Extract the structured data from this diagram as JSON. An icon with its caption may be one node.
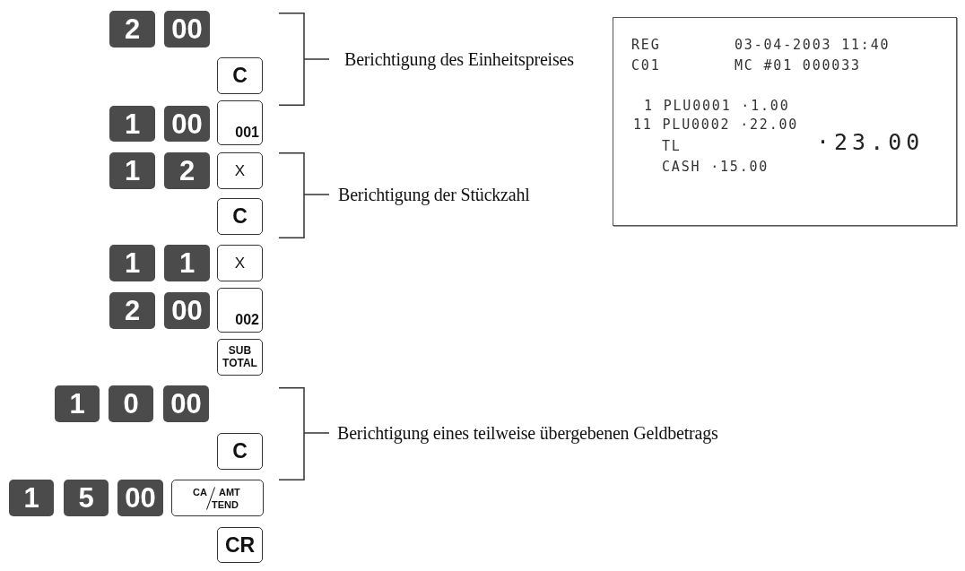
{
  "diagram": {
    "nodes": [
      {
        "text": [
          "2"
        ]
      },
      {
        "text": [
          "00"
        ]
      },
      {
        "text": [
          "C"
        ]
      },
      {
        "text": [
          "1"
        ]
      },
      {
        "text": [
          "00"
        ]
      },
      {
        "text": [
          "001"
        ]
      },
      {
        "text": [
          "1"
        ]
      },
      {
        "text": [
          "2"
        ]
      },
      {
        "text": [
          "X"
        ]
      },
      {
        "text": [
          "C"
        ]
      },
      {
        "text": [
          "1"
        ]
      },
      {
        "text": [
          "1"
        ]
      },
      {
        "text": [
          "X"
        ]
      },
      {
        "text": [
          "2"
        ]
      },
      {
        "text": [
          "00"
        ]
      },
      {
        "text": [
          "002"
        ]
      },
      {
        "text": [
          "SUB TOTAL"
        ]
      },
      {
        "text": [
          "1"
        ]
      },
      {
        "text": [
          "0"
        ]
      },
      {
        "text": [
          "00"
        ]
      },
      {
        "text": [
          "C"
        ]
      },
      {
        "text": [
          "1"
        ]
      },
      {
        "text": [
          "5"
        ]
      },
      {
        "text": [
          "00"
        ]
      },
      {
        "text": [
          "CA",
          "AMT",
          "TEND"
        ]
      },
      {
        "text": [
          "CR"
        ]
      },
      {
        "text": [
          "REG",
          "03-04-2003 11:40",
          "C01",
          "MC #01 000033",
          "1 PLU0001 ·1.00",
          "11 PLU0002 ·22.00",
          "TL",
          "·23.00",
          "CASH ·15.00"
        ]
      }
    ],
    "labels": [
      "Berichtigung des Einheitspreises",
      "Berichtigung der Stückzahl",
      "Berichtigung eines teilweise übergebenen Geldbetrags"
    ]
  }
}
